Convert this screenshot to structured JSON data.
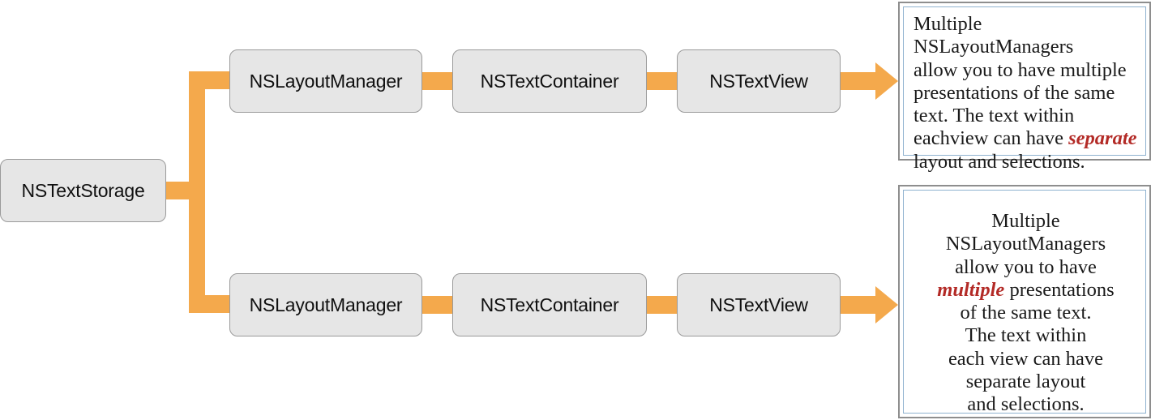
{
  "diagram": {
    "title": "Cocoa Text System Object Graph",
    "colors": {
      "connector": "#f4a94c",
      "node_fill": "#e6e6e6",
      "node_border": "#9a9a9a",
      "panel_border_outer": "#8e8e8e",
      "panel_border_inner": "#8fb2cf",
      "highlight_text": "#b32a26",
      "background": "#ffffff"
    },
    "nodes": {
      "storage": "NSTextStorage",
      "layout_manager_top": "NSLayoutManager",
      "text_container_top": "NSTextContainer",
      "text_view_top": "NSTextView",
      "layout_manager_bottom": "NSLayoutManager",
      "text_container_bottom": "NSTextContainer",
      "text_view_bottom": "NSTextView"
    },
    "panels": {
      "top": {
        "alignment": "left",
        "lines": [
          {
            "before": "Multiple NSLayoutManagers",
            "highlight": "",
            "after": ""
          },
          {
            "before": "allow you to have multiple",
            "highlight": "",
            "after": ""
          },
          {
            "before": "presentations of the same",
            "highlight": "",
            "after": ""
          },
          {
            "before": "text. The text within",
            "highlight": "",
            "after": ""
          },
          {
            "before": "eachview can have ",
            "highlight": "separate",
            "after": ""
          },
          {
            "before": "layout and selections.",
            "highlight": "",
            "after": ""
          }
        ]
      },
      "bottom": {
        "alignment": "center",
        "lines": [
          {
            "before": "Multiple",
            "highlight": "",
            "after": ""
          },
          {
            "before": "NSLayoutManagers",
            "highlight": "",
            "after": ""
          },
          {
            "before": "allow you to have",
            "highlight": "",
            "after": ""
          },
          {
            "before": "",
            "highlight": "multiple",
            "after": " presentations"
          },
          {
            "before": "of the same text.",
            "highlight": "",
            "after": ""
          },
          {
            "before": "The text within",
            "highlight": "",
            "after": ""
          },
          {
            "before": "each view can have",
            "highlight": "",
            "after": ""
          },
          {
            "before": "separate layout",
            "highlight": "",
            "after": ""
          },
          {
            "before": "and selections.",
            "highlight": "",
            "after": ""
          }
        ]
      }
    },
    "connectors": {
      "trunk_label": "text-storage-branch",
      "arrow_top_label": "arrow-to-top-panel",
      "arrow_bottom_label": "arrow-to-bottom-panel"
    }
  }
}
